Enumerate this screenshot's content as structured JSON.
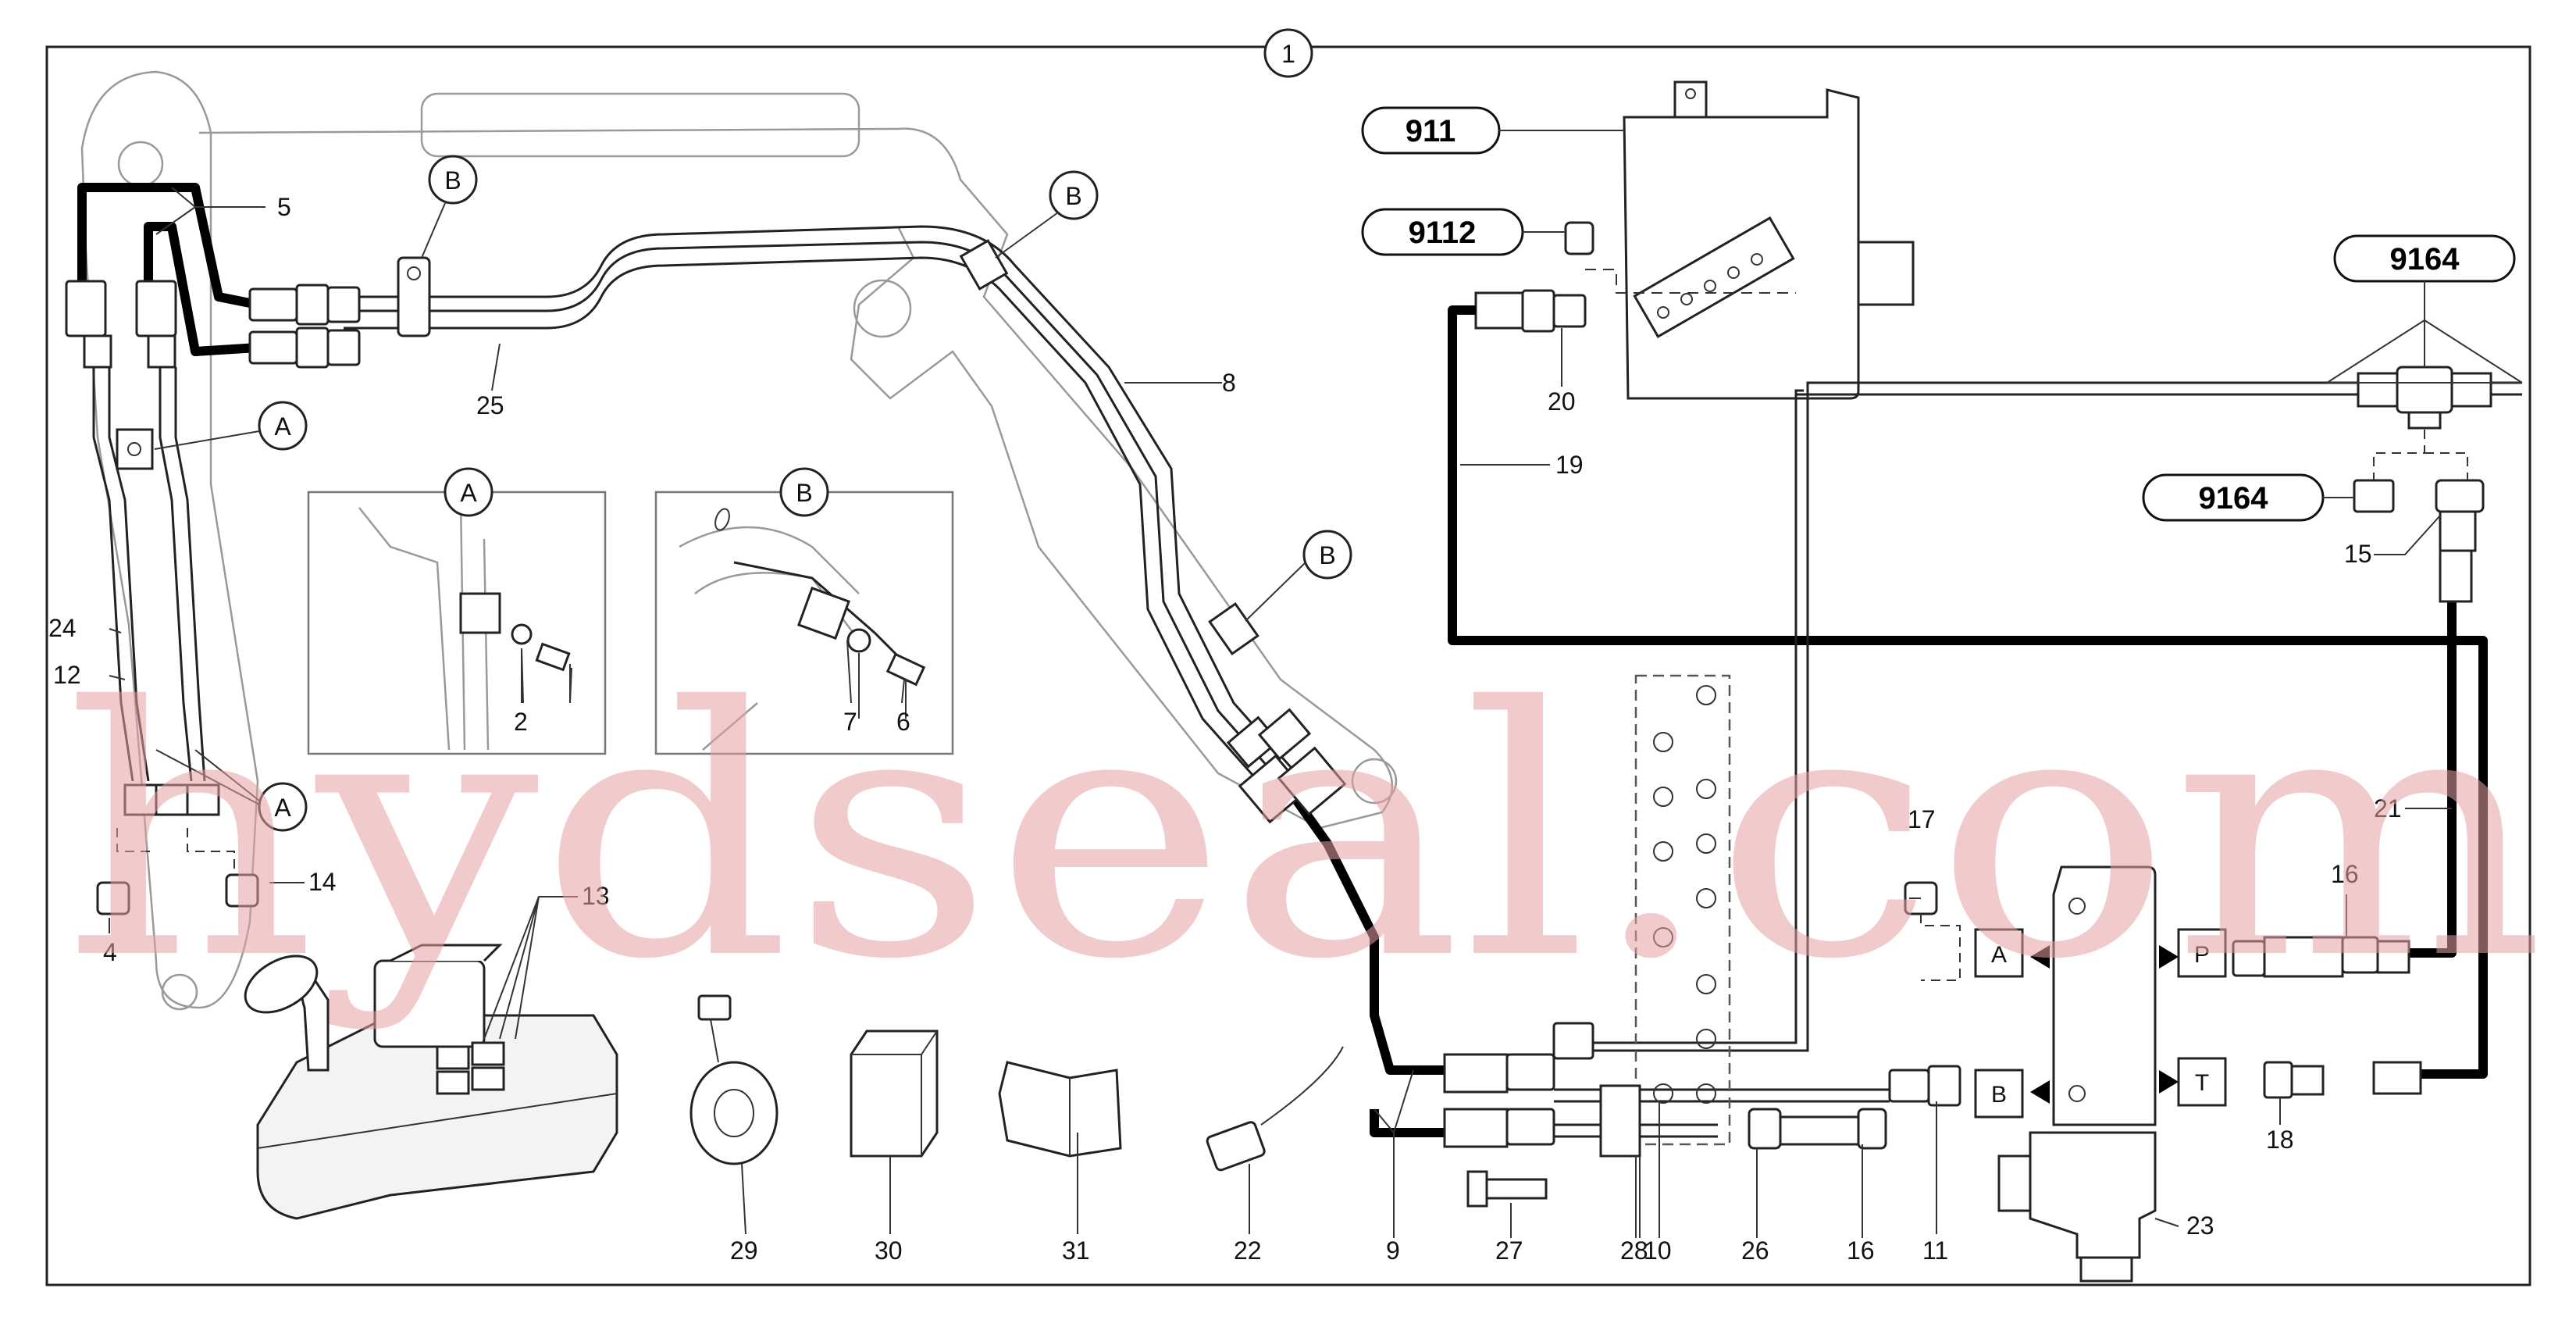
{
  "frame": {
    "number": "1"
  },
  "refs": {
    "r911": "911",
    "r9112": "9112",
    "r9164_top": "9164",
    "r9164_mid": "9164"
  },
  "callouts": {
    "c_a1": "A",
    "c_a2": "A",
    "c_a_detail": "A",
    "c_b1": "B",
    "c_b2": "B",
    "c_b3": "B",
    "c_b_detail": "B"
  },
  "ports": {
    "a": "A",
    "b": "B",
    "p": "P",
    "t": "T"
  },
  "labels": {
    "l2": "2",
    "l4": "4",
    "l5": "5",
    "l6": "6",
    "l7": "7",
    "l8": "8",
    "l9": "9",
    "l10": "10",
    "l11": "11",
    "l12": "12",
    "l13": "13",
    "l14": "14",
    "l15": "15",
    "l16a": "16",
    "l16b": "16",
    "l17": "17",
    "l18": "18",
    "l19": "19",
    "l20": "20",
    "l21": "21",
    "l22": "22",
    "l23": "23",
    "l24": "24",
    "l25": "25",
    "l26": "26",
    "l27": "27",
    "l28": "28",
    "l29": "29",
    "l30": "30",
    "l31": "31"
  },
  "watermark": {
    "text": "hydseal.com"
  },
  "colors": {
    "watermark": "#e6a0a4",
    "line": "#1a1a1a",
    "hose": "#000000"
  }
}
